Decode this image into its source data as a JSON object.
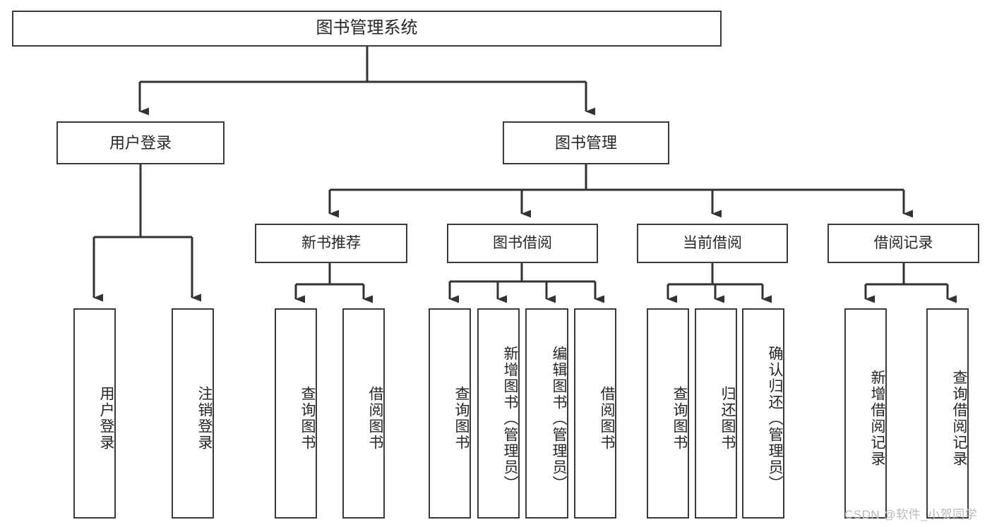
{
  "diagram": {
    "type": "tree",
    "title": "图书管理系统",
    "root": {
      "label": "图书管理系统"
    },
    "level2": [
      {
        "label": "用户登录"
      },
      {
        "label": "图书管理"
      }
    ],
    "level3": [
      {
        "label": "新书推荐"
      },
      {
        "label": "图书借阅"
      },
      {
        "label": "当前借阅"
      },
      {
        "label": "借阅记录"
      }
    ],
    "leaves": {
      "user_login": [
        {
          "label": "用户登录"
        },
        {
          "label": "注销登录"
        }
      ],
      "new_book_recommend": [
        {
          "label": "查询图书"
        },
        {
          "label": "借阅图书"
        }
      ],
      "book_borrow": [
        {
          "label": "查询图书"
        },
        {
          "label": "新增图书（管理员）"
        },
        {
          "label": "编辑图书（管理员）"
        },
        {
          "label": "借阅图书"
        }
      ],
      "current_borrow": [
        {
          "label": "查询图书"
        },
        {
          "label": "归还图书"
        },
        {
          "label": "确认归还（管理员）"
        }
      ],
      "borrow_record": [
        {
          "label": "新增借阅记录"
        },
        {
          "label": "查询借阅记录"
        }
      ]
    }
  },
  "watermark": {
    "text": "CSDN @软件_小贺同学"
  },
  "colors": {
    "border": "#3a3a3a",
    "line": "#333333",
    "text": "#262626",
    "background": "#ffffff",
    "watermark": "#b9b9b9"
  }
}
